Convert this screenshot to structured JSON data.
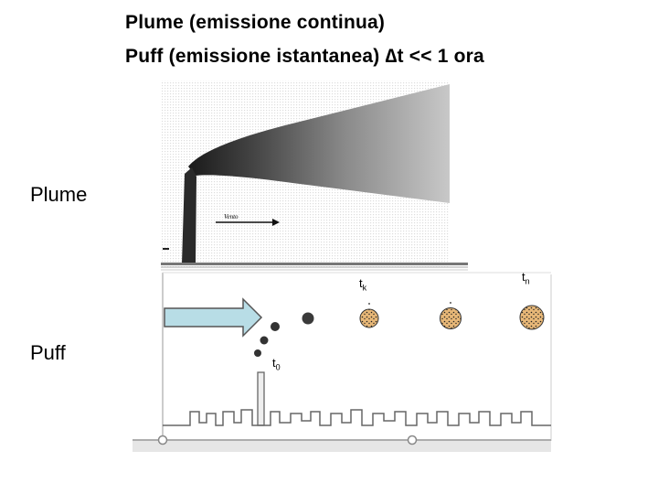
{
  "title": {
    "line1": "Plume (emissione continua)",
    "line2": "Puff (emissione istantanea) ∆t << 1 ora"
  },
  "labels": {
    "plume": "Plume",
    "puff": "Puff",
    "wind": "Vento"
  },
  "time_labels": {
    "t0": {
      "base": "t",
      "sub": "0"
    },
    "tk": {
      "base": "t",
      "sub": "k"
    },
    "tn": {
      "base": "t",
      "sub": "n"
    }
  },
  "icons": {
    "arrow": "right-arrow-icon"
  },
  "colors": {
    "arrow_fill": "#b8dde6",
    "arrow_stroke": "#555555",
    "puff_fill": "#e8b878",
    "ground": "#9a9a9a"
  }
}
